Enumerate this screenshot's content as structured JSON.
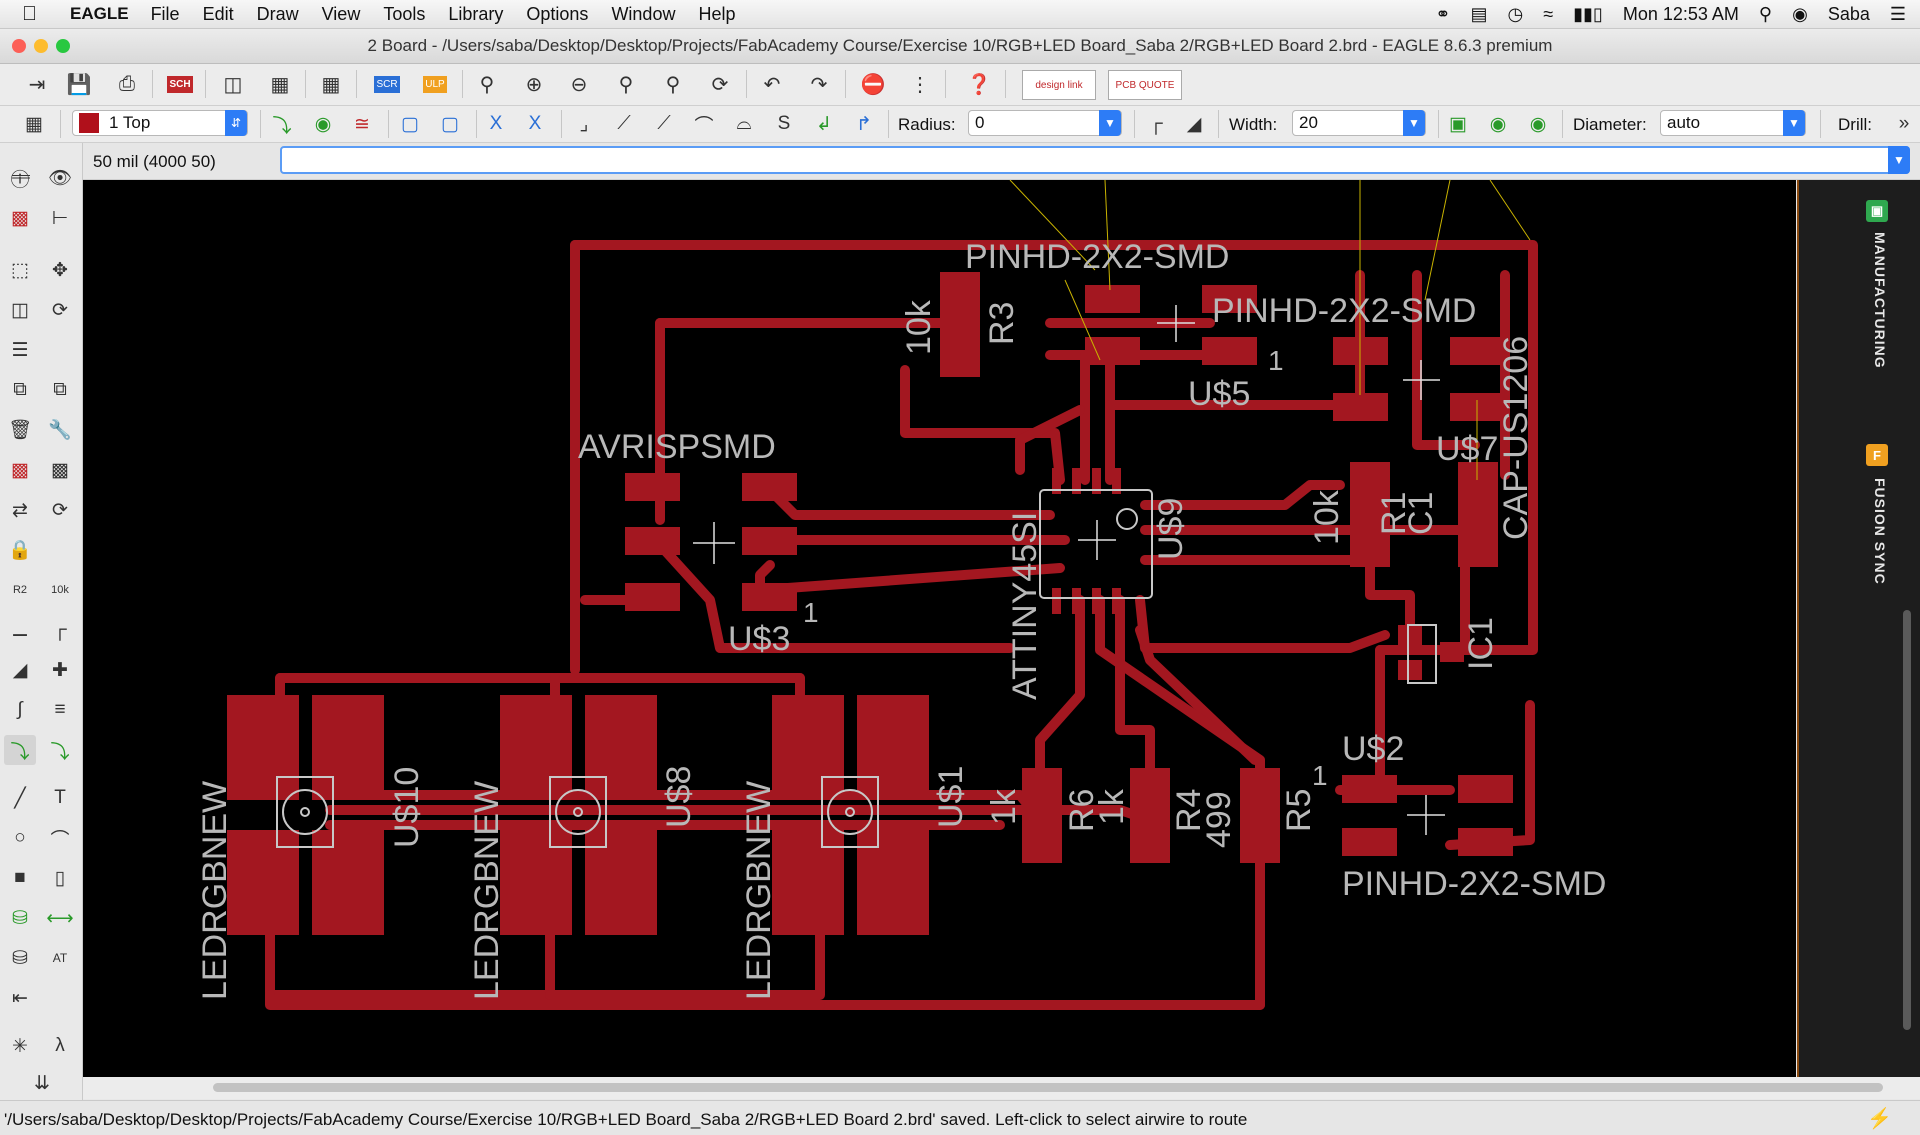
{
  "menubar": {
    "app_name": "EAGLE",
    "items": [
      "File",
      "Edit",
      "Draw",
      "View",
      "Tools",
      "Library",
      "Options",
      "Window",
      "Help"
    ],
    "clock": "Mon 12:53 AM",
    "user": "Saba"
  },
  "window": {
    "title": "2 Board - /Users/saba/Desktop/Desktop/Projects/FabAcademy Course/Exercise 10/RGB+LED Board_Saba 2/RGB+LED Board 2.brd - EAGLE 8.6.3 premium"
  },
  "toolbar": {
    "design_link_label": "design link",
    "pcb_quote_label": "PCB QUOTE",
    "scr_label": "SCR",
    "ulp_label": "ULP"
  },
  "params": {
    "layer_value": "1 Top",
    "layer_color": "#b0101b",
    "radius_label": "Radius:",
    "radius_value": "0",
    "width_label": "Width:",
    "width_value": "20",
    "diameter_label": "Diameter:",
    "diameter_value": "auto",
    "drill_label": "Drill:"
  },
  "command": {
    "coordinate": "50 mil (4000 50)",
    "input_value": ""
  },
  "right_panel": {
    "manufacturing_label": "MANUFACTURING",
    "fusion_sync_label": "FUSION SYNC"
  },
  "board": {
    "trace_color": "#a31720",
    "label_color": "#b8b8b8",
    "labels": {
      "pinhd_top": "PINHD-2X2-SMD",
      "pinhd_mid": "PINHD-2X2-SMD",
      "pinhd_bottom": "PINHD-2X2-SMD",
      "u5": "U$5",
      "u7": "U$7",
      "u3": "U$3",
      "u9": "U$9",
      "u2": "U$2",
      "u10": "U$10",
      "u8": "U$8",
      "u1": "U$1",
      "avrispsmd": "AVRISPSMD",
      "attiny": "ATTINY45SI",
      "cap": "CAP-US1206",
      "r3": "R3",
      "r3_val": "10k",
      "r1": "R1",
      "r1_val": "10k",
      "c1": "C1",
      "ic1": "IC1",
      "r6": "R6",
      "r6_val": "1k",
      "r4": "R4",
      "r4_val": "1k",
      "r5": "R5",
      "r5_val": "499",
      "led1": "LEDRGBNEW",
      "led2": "LEDRGBNEW",
      "led3": "LEDRGBNEW",
      "pin1_a": "1",
      "pin1_b": "1",
      "pin1_c": "1"
    }
  },
  "status": {
    "message": "'/Users/saba/Desktop/Desktop/Projects/FabAcademy Course/Exercise 10/RGB+LED Board_Saba 2/RGB+LED Board 2.brd' saved. Left-click to select airwire to route"
  }
}
